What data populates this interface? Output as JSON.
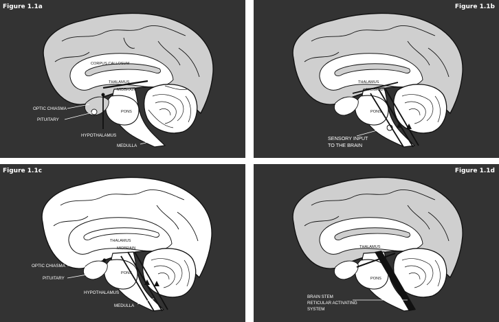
{
  "colors": {
    "panel_bg": "#333333",
    "brain_grey": "#cfcfcf",
    "brain_white": "#ffffff",
    "outline": "#111111",
    "label": "#ffffff"
  },
  "panels": [
    {
      "title": "Figure 1.1a",
      "labels": {
        "corpus_callosum": "CORPUS CALLOSUM",
        "thalamus": "THALAMUS",
        "midbrain": "MIDBRAIN",
        "pons": "PONS",
        "optic_chiasma": "OPTIC CHIASMA",
        "pituitary": "PITUITARY",
        "hypothalamus": "HYPOTHALAMUS",
        "medulla": "MEDULLA"
      }
    },
    {
      "title": "Figure 1.1b",
      "labels": {
        "thalamus": "THALAMUS",
        "midbrain": "MIDBRAIN",
        "pons": "PONS",
        "sensory_line1": "SENSORY INPUT",
        "sensory_line2": "TO THE BRAIN"
      }
    },
    {
      "title": "Figure 1.1c",
      "labels": {
        "thalamus": "THALAMUS",
        "midbrain": "MIDBRAIN",
        "pons": "PONS",
        "optic_chiasma": "OPTIC CHIASMA",
        "pituitary": "PITUITARY",
        "hypothalamus": "HYPOTHALAMUS",
        "medulla": "MEDULLA"
      }
    },
    {
      "title": "Figure 1.1d",
      "labels": {
        "thalamus": "THALAMUS",
        "pons": "PONS",
        "ras_line1": "BRAIN STEM",
        "ras_line2": "RETICULAR ACTIVATING",
        "ras_line3": "SYSTEM"
      }
    }
  ]
}
